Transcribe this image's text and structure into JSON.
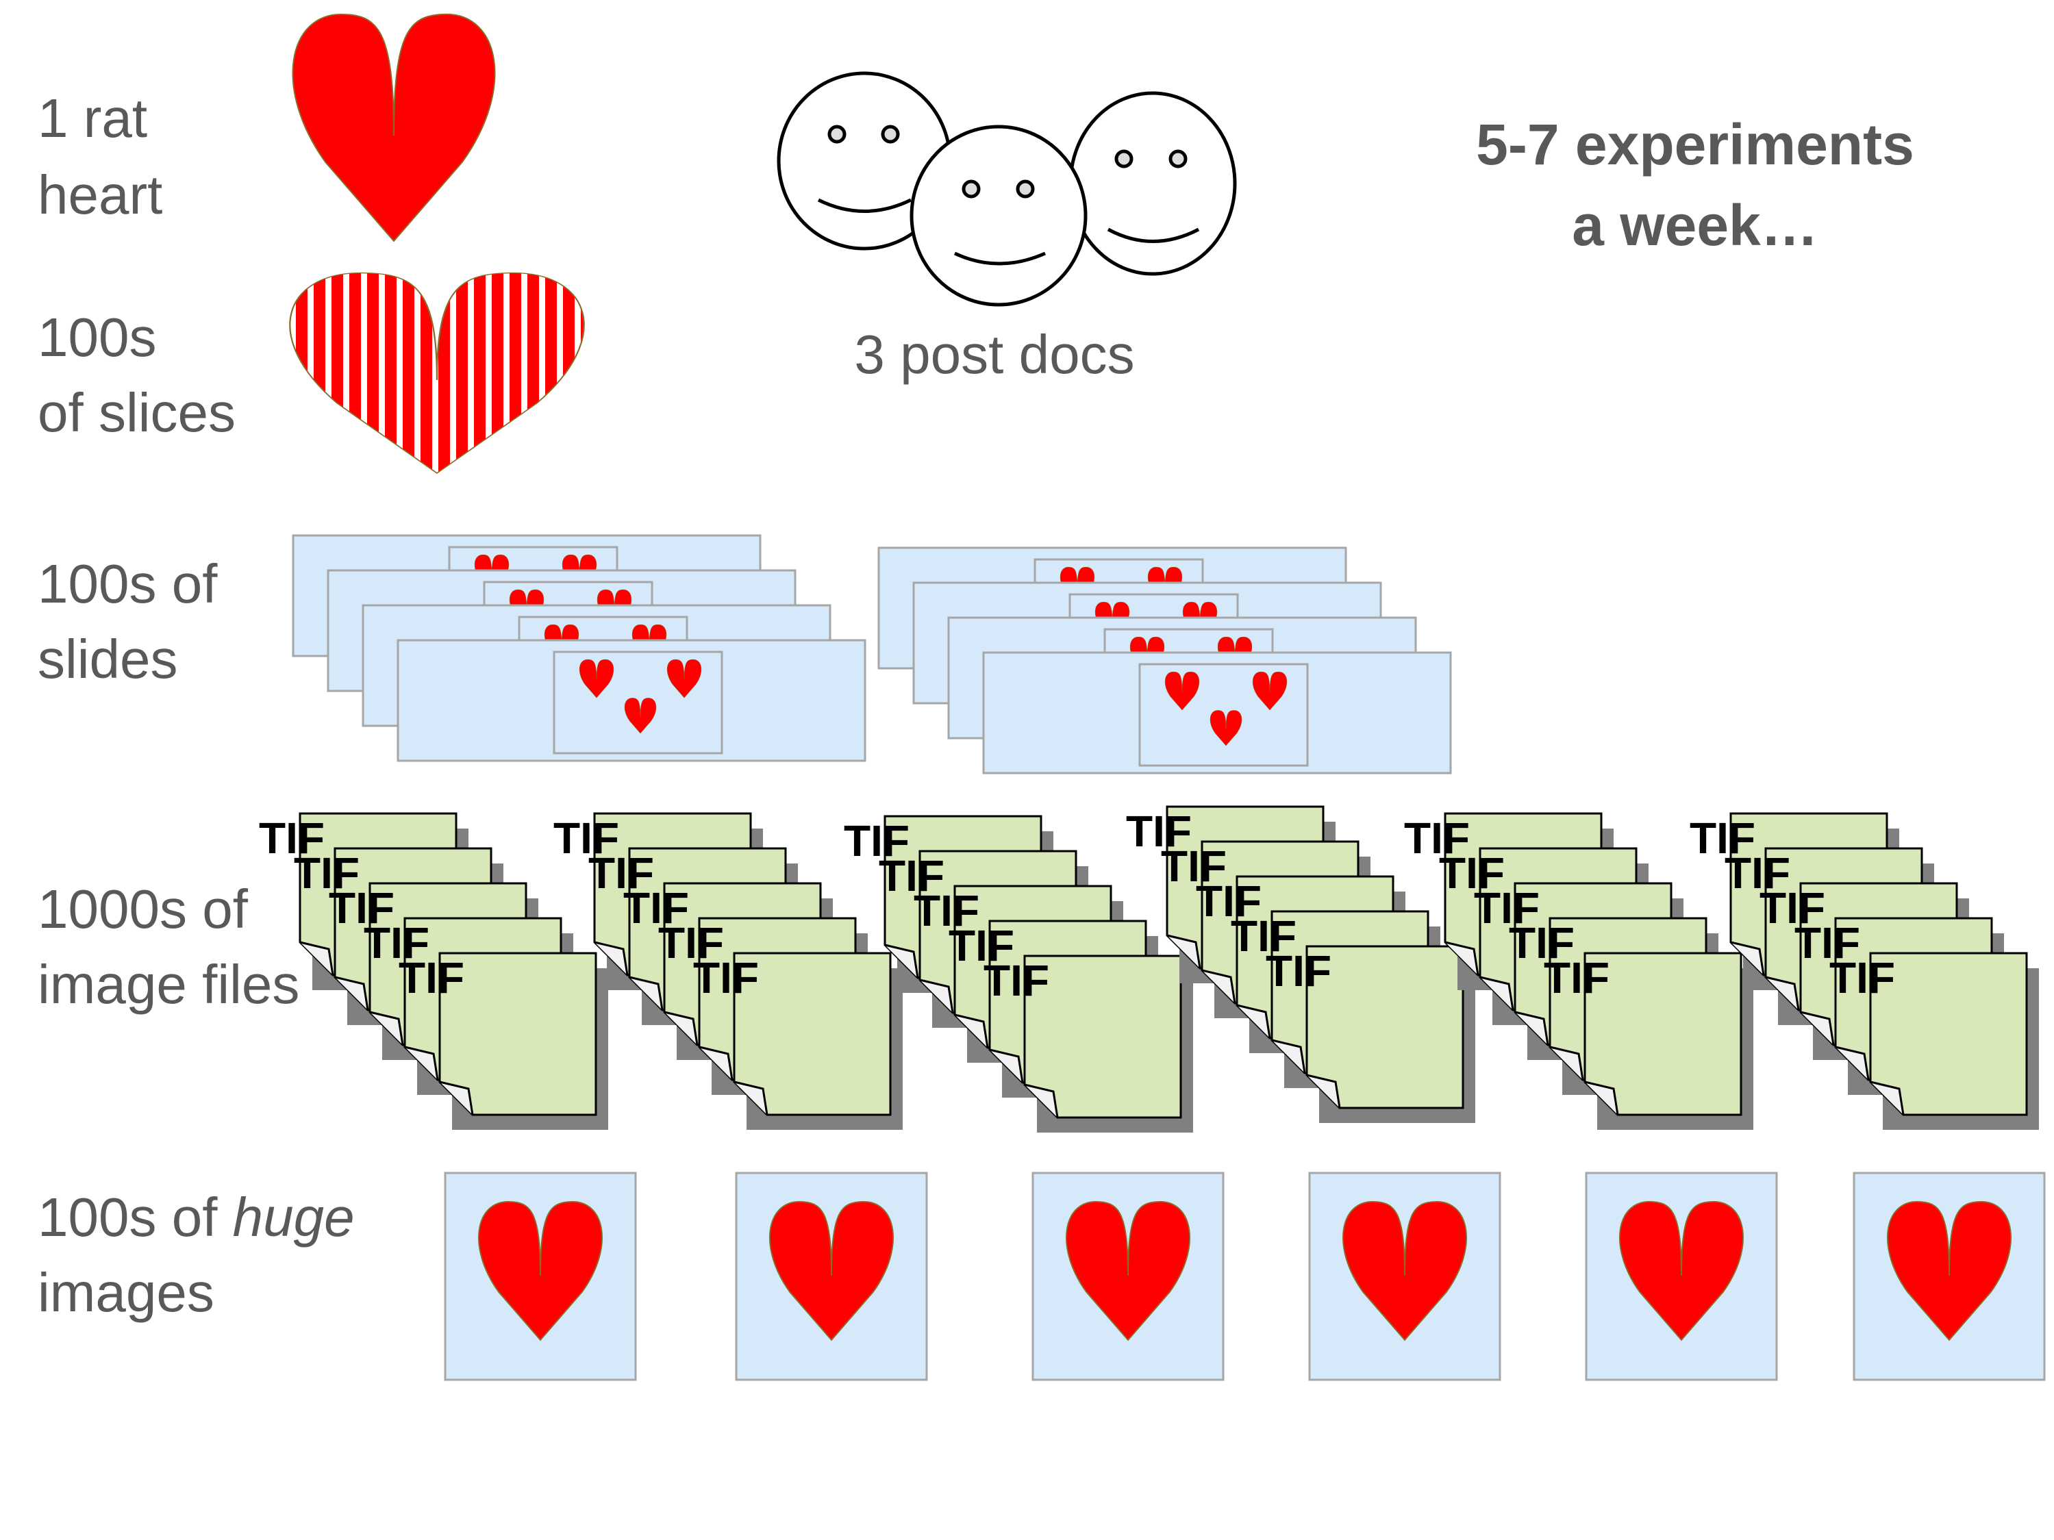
{
  "labels": {
    "rat_heart": [
      "1 rat",
      "heart"
    ],
    "slices": [
      "100s",
      "of slices"
    ],
    "slides": [
      "100s of",
      "slides"
    ],
    "image_files": [
      "1000s of",
      "image files"
    ],
    "huge_images": {
      "prefix": "100s of ",
      "emphasis": "huge",
      "line2": "images"
    }
  },
  "post_docs": "3 post docs",
  "experiments": [
    "5-7 experiments",
    "a week…"
  ],
  "file_tag": "TIF",
  "colors": {
    "heart": "#ff0000",
    "heart_outline": "#8b6b2a",
    "slide": "#d6e9fb",
    "file": "#d8e8b8",
    "shadow": "#808080",
    "text": "#595959"
  },
  "icons": {
    "heart": "heart-icon",
    "face": "smiley-face-icon",
    "file": "tif-file-icon"
  }
}
